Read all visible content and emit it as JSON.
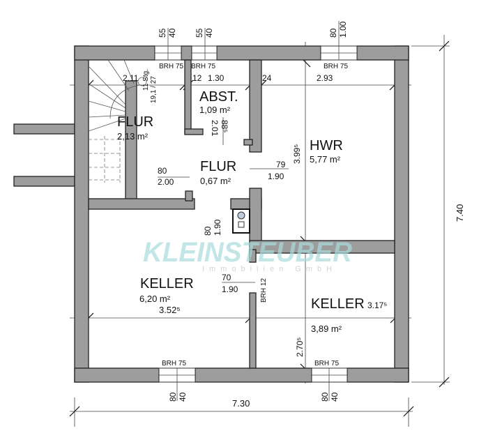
{
  "watermark": {
    "brand": "KLEINSTEUBER",
    "sub": "Immobilien GmbH",
    "color": "#a9dcdc"
  },
  "colors": {
    "wall": "#9d9d9d",
    "line": "#111111"
  },
  "overall": {
    "width": "7.30",
    "depth": "7.40"
  },
  "windows_top": [
    {
      "w": "55",
      "h": "40",
      "brh": "BRH 75"
    },
    {
      "w": "55",
      "h": "40",
      "brh": "BRH 75"
    },
    {
      "w": "80",
      "h": "1.00",
      "brh": "BRH 75"
    }
  ],
  "windows_bottom": [
    {
      "w": "80",
      "h": "40",
      "brh": "BRH 75"
    },
    {
      "w": "80",
      "h": "40",
      "brh": "BRH 75"
    }
  ],
  "top_dims": {
    "stair": "2.11",
    "wall1": "12",
    "abst_w": "1.30",
    "wall2": "24",
    "hwr_w": "2.93"
  },
  "stairs": {
    "count": "11 Stg.",
    "ratio": "19,1 / 27"
  },
  "rooms": {
    "flur_stair": {
      "name": "FLUR",
      "area": "2,13 m²"
    },
    "abst": {
      "name": "ABST.",
      "area": "1,09 m²",
      "door_w": "88⁵",
      "door_h": "2.01"
    },
    "hwr": {
      "name": "HWR",
      "area": "5,77 m²",
      "depth": "3.99⁵"
    },
    "flur": {
      "name": "FLUR",
      "area": "0,67 m²",
      "door_left_w": "80",
      "door_left_h": "2.00",
      "door_right_w": "79",
      "door_right_h": "1.90",
      "door_down_w": "80",
      "door_down_h": "1.90"
    },
    "keller_left": {
      "name": "KELLER",
      "area": "6,20 m²",
      "width": "3.52⁵",
      "door_w": "70",
      "door_h": "1.90",
      "brh": "BRH 12"
    },
    "keller_right": {
      "name": "KELLER",
      "area": "3,89 m²",
      "width": "3.17⁵",
      "depth": "2.70⁵"
    }
  }
}
